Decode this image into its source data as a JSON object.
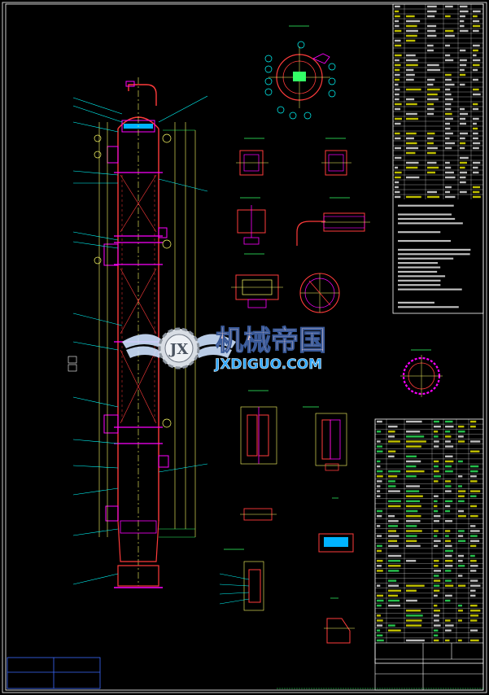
{
  "watermark": {
    "logo_letters": "JX",
    "title": "机械帝国",
    "url": "JXDIGUO.COM"
  },
  "colors": {
    "background": "#000000",
    "frame": "#ffffff",
    "shell": "#ff3b3b",
    "centerline": "#ffff66",
    "leader": "#00ffff",
    "nozzle": "#ff00ff",
    "table_text": "#ffffff",
    "table_text_alt": "#33ff66",
    "table_text_warn": "#ffff00",
    "watermark_red": "#e8c9c9",
    "watermark_blue": "#2fa8ff"
  },
  "icons": [
    "gear-logo-icon",
    "wing-icon"
  ]
}
